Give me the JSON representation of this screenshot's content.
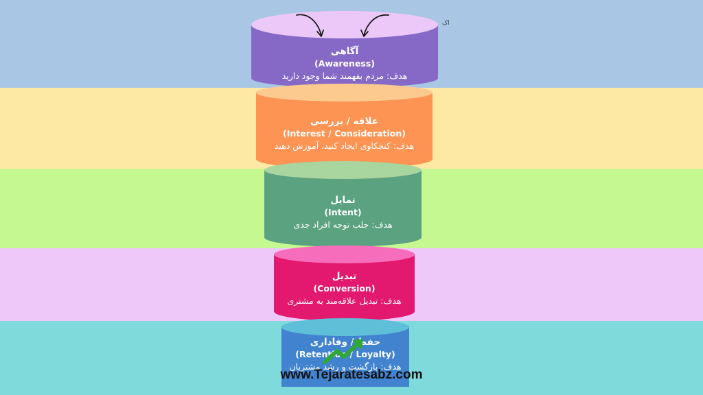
{
  "background_bands": [
    "#a9c7e4",
    "#fde9a4",
    "#c5f890",
    "#efc8fa",
    "#7fdbdb"
  ],
  "tiers": [
    {
      "title_fa": "آگاهی",
      "title_en": "(Awareness)",
      "goal": "هدف: مردم بفهمند شما وجود دارید",
      "body_color": "#8669c7",
      "top_color": "#ecc8f8"
    },
    {
      "title_fa": "علاقه / بررسی",
      "title_en": "(Interest / Consideration)",
      "goal": "هدف: کنجکاوی ایجاد کنید، آموزش دهید",
      "body_color": "#fd9453",
      "top_color": "#fcc98f"
    },
    {
      "title_fa": "تمایل",
      "title_en": "(Intent)",
      "goal": "هدف: جلب توجه افراد جدی",
      "body_color": "#5ba281",
      "top_color": "#a9d59e"
    },
    {
      "title_fa": "تبدیل",
      "title_en": "(Conversion)",
      "goal": "هدف: تبدیل علاقه‌مند به مشتری",
      "body_color": "#e2196e",
      "top_color": "#f66dbb"
    },
    {
      "title_fa": "حفظ / وفاداری",
      "title_en": "(Retention / Loyalty)",
      "goal": "هدف: بازگشت و رشد مشتریان",
      "body_color": "#4183cf",
      "top_color": "#5fbfd9"
    }
  ],
  "corner_mark": "اک",
  "watermark": "www.Tejaratesabz.com",
  "icons": {
    "arrows": "curved-arrows-down-icon",
    "logo": "tejaratesabz-logo-icon"
  }
}
